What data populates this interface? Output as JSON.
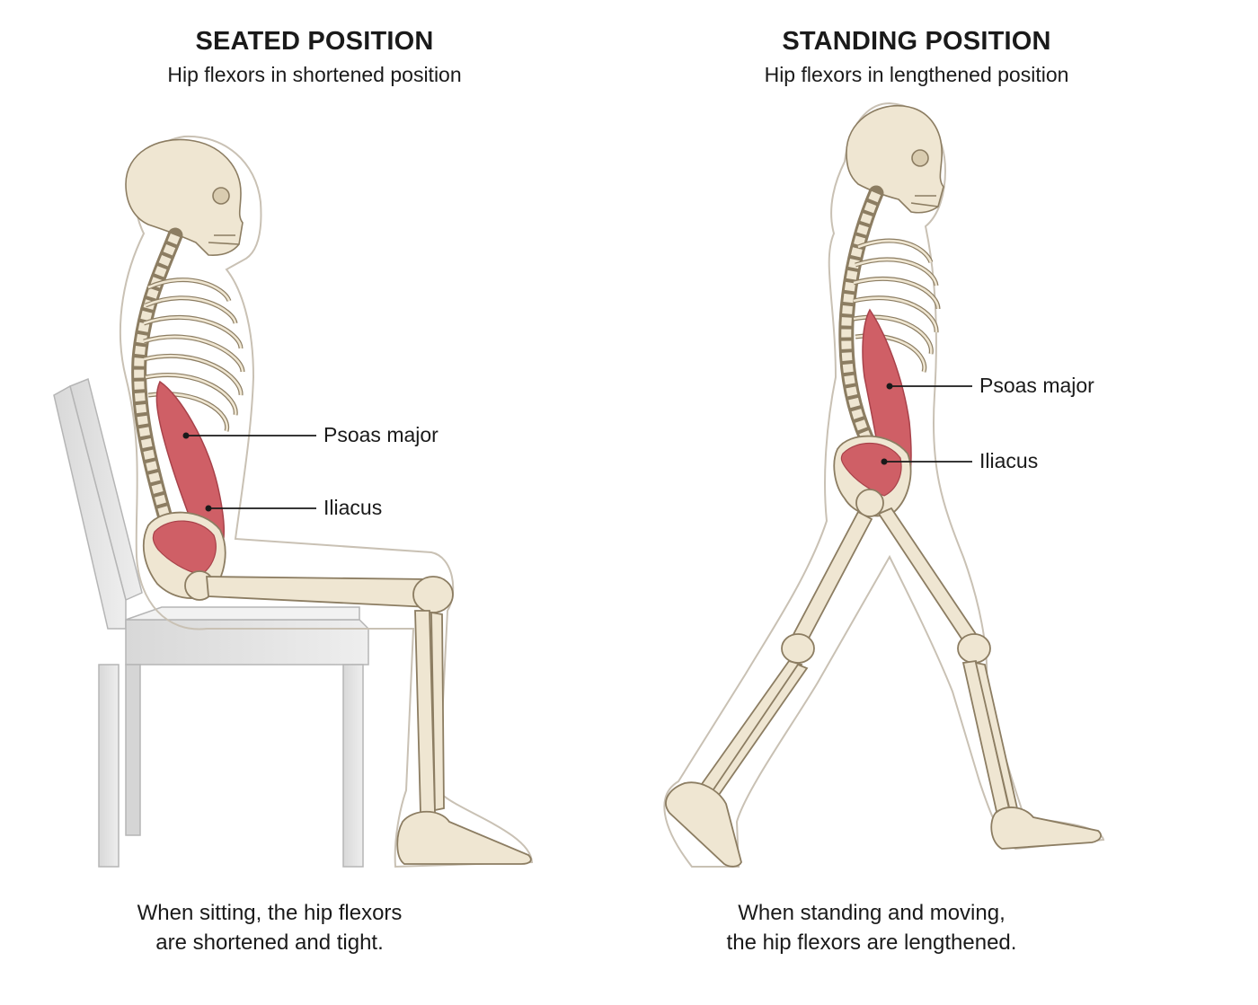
{
  "colors": {
    "bone": "#efe6d2",
    "bone_stroke": "#8c7d62",
    "muscle": "#cf5f66",
    "muscle_dark": "#a8424a",
    "skin_outline": "#c9c1b4",
    "chair": "#e3e3e3",
    "chair_stroke": "#b5b5b5",
    "leader": "#1a1a1a"
  },
  "seated": {
    "title": "SEATED POSITION",
    "subtitle": "Hip flexors in shortened position",
    "labels": {
      "psoas": "Psoas major",
      "iliacus": "Iliacus"
    },
    "caption_line1": "When sitting, the hip flexors",
    "caption_line2": "are shortened and tight."
  },
  "standing": {
    "title": "STANDING POSITION",
    "subtitle": "Hip flexors in lengthened position",
    "labels": {
      "psoas": "Psoas major",
      "iliacus": "Iliacus"
    },
    "caption_line1": "When standing and moving,",
    "caption_line2": "the hip flexors are lengthened."
  }
}
